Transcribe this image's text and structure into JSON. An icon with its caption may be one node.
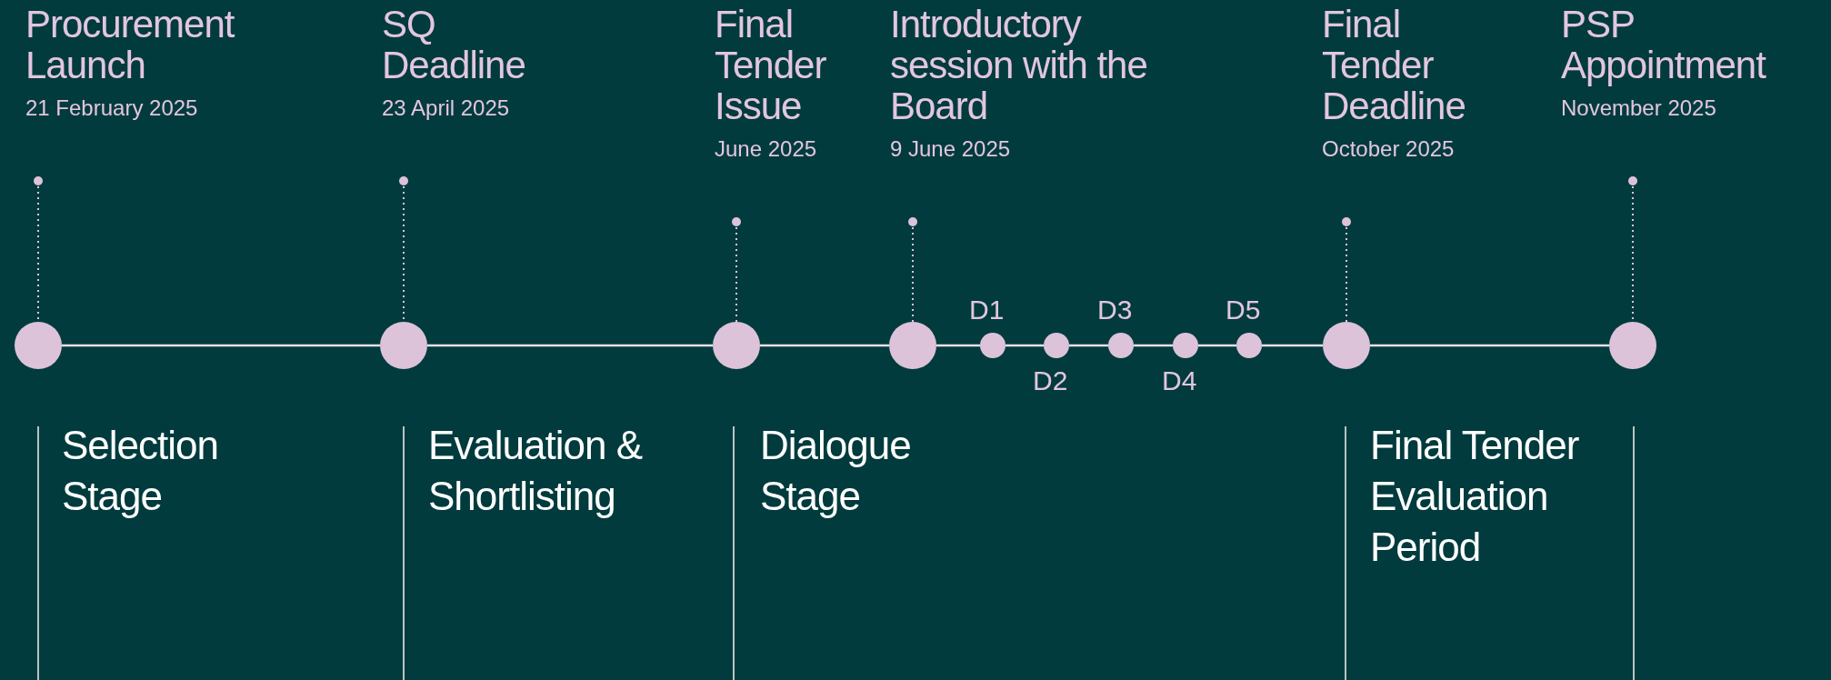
{
  "diagram": {
    "nodes": [
      {
        "text": [
          "Procurement Launch",
          "21 February 2025"
        ]
      },
      {
        "text": [
          "SQ Deadline",
          "23 April 2025"
        ]
      },
      {
        "text": [
          "Final Tender Issue",
          "June 2025"
        ]
      },
      {
        "text": [
          "Introductory session with the Board",
          "9 June 2025"
        ]
      },
      {
        "text": [
          "Final Tender Deadline",
          "October 2025"
        ]
      },
      {
        "text": [
          "PSP Appointment",
          "November 2025"
        ]
      },
      {
        "text": [],
        "shape": "circle"
      },
      {
        "text": [],
        "shape": "circle"
      },
      {
        "text": [],
        "shape": "circle"
      },
      {
        "text": [],
        "shape": "circle"
      },
      {
        "text": [
          "D1"
        ]
      },
      {
        "text": [
          "D2"
        ]
      },
      {
        "text": [
          "D3"
        ]
      },
      {
        "text": [
          "D4"
        ]
      },
      {
        "text": [
          "D5"
        ]
      },
      {
        "text": [],
        "shape": "circle"
      },
      {
        "text": [],
        "shape": "circle"
      }
    ],
    "edges": [
      {
        "from": 0,
        "to": 6,
        "arrow": "other",
        "style": "dashed"
      },
      {
        "from": 1,
        "to": 7,
        "arrow": "other",
        "style": "dashed"
      },
      {
        "from": 2,
        "to": 8,
        "arrow": "other",
        "style": "dashed"
      },
      {
        "from": 3,
        "to": 9,
        "arrow": "other",
        "style": "dashed"
      },
      {
        "from": 4,
        "to": 15,
        "arrow": "other",
        "style": "dashed"
      },
      {
        "from": 5,
        "to": 16,
        "arrow": "other",
        "style": "dashed"
      },
      {
        "from": 6,
        "to": 7,
        "arrow": "none"
      },
      {
        "from": 7,
        "to": 8,
        "arrow": "none"
      },
      {
        "from": 8,
        "to": 9,
        "arrow": "none"
      },
      {
        "from": 9,
        "to": 10,
        "arrow": "none"
      },
      {
        "from": 10,
        "to": 11,
        "arrow": "none"
      },
      {
        "from": 11,
        "to": 12,
        "arrow": "none"
      },
      {
        "from": 12,
        "to": 13,
        "arrow": "none"
      },
      {
        "from": 13,
        "to": 14,
        "arrow": "none"
      },
      {
        "from": 14,
        "to": 15,
        "arrow": "none"
      },
      {
        "from": 15,
        "to": 16,
        "arrow": "none"
      }
    ],
    "labels": [
      "Selection Stage",
      "Evaluation & Shortlisting",
      "Dialogue Stage",
      "Final Tender Evaluation Period"
    ]
  }
}
